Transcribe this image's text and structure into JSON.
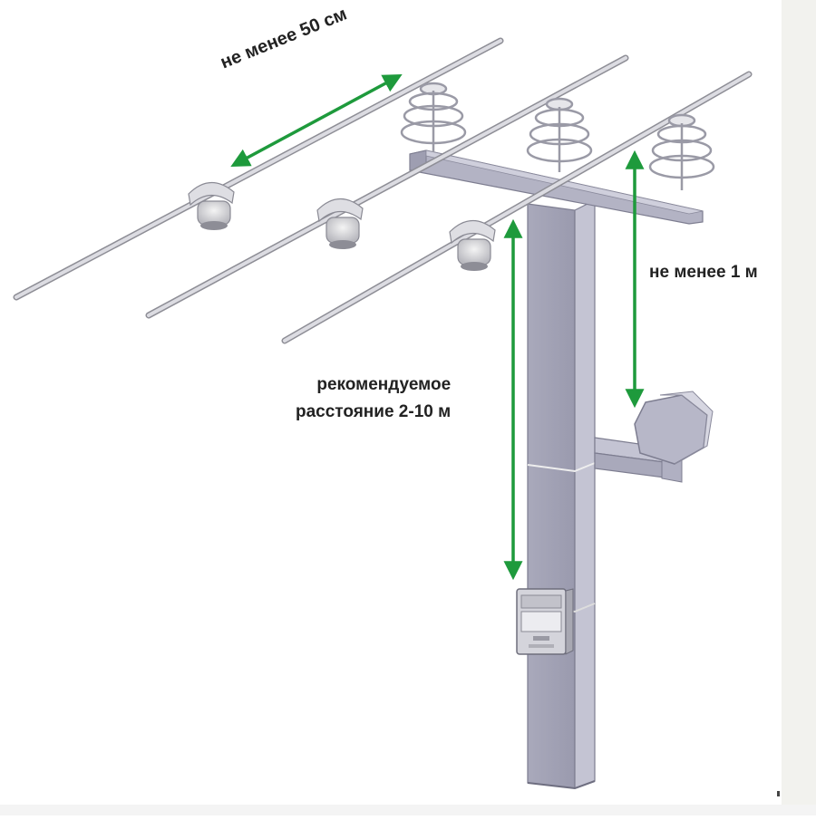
{
  "labels": {
    "min_50cm": "не менее 50 см",
    "min_1m": "не менее 1 м",
    "recommended_line1": "рекомендуемое",
    "recommended_line2": "расстояние 2-10 м"
  },
  "colors": {
    "arrow": "#1e9a3c",
    "pole": "#a4a4b6",
    "pole_dark": "#8c8ca0",
    "pole_light": "#c3c3d2",
    "wire": "#c9c9cf",
    "background": "#ffffff",
    "right_strip": "#f2f2ee"
  }
}
